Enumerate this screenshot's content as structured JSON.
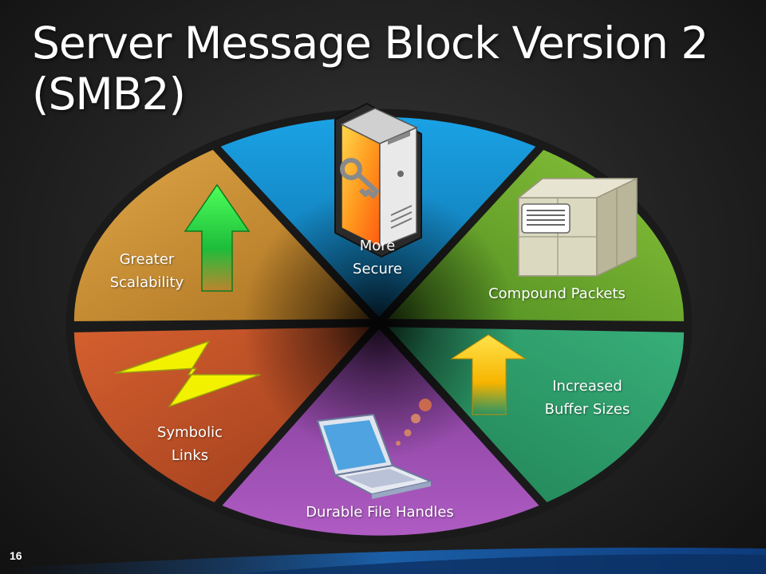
{
  "slide": {
    "title": "Server Message Block Version 2 (SMB2)",
    "page_number": "16"
  },
  "segments": [
    {
      "label": "More\nSecure",
      "color": "#1a9ad6",
      "icon": "server-key-icon"
    },
    {
      "label": "Compound Packets",
      "color": "#7cb32a",
      "icon": "package-box-icon"
    },
    {
      "label": "Increased\nBuffer Sizes",
      "color": "#2b9a66",
      "icon": "yellow-arrow-up-icon"
    },
    {
      "label": "Durable File Handles",
      "color": "#9a4db0",
      "icon": "laptop-icon"
    },
    {
      "label": "Symbolic\nLinks",
      "color": "#c8532a",
      "icon": "lightning-bolt-icon"
    },
    {
      "label": "Greater\nScalability",
      "color": "#d19638",
      "icon": "green-arrow-up-icon"
    }
  ]
}
